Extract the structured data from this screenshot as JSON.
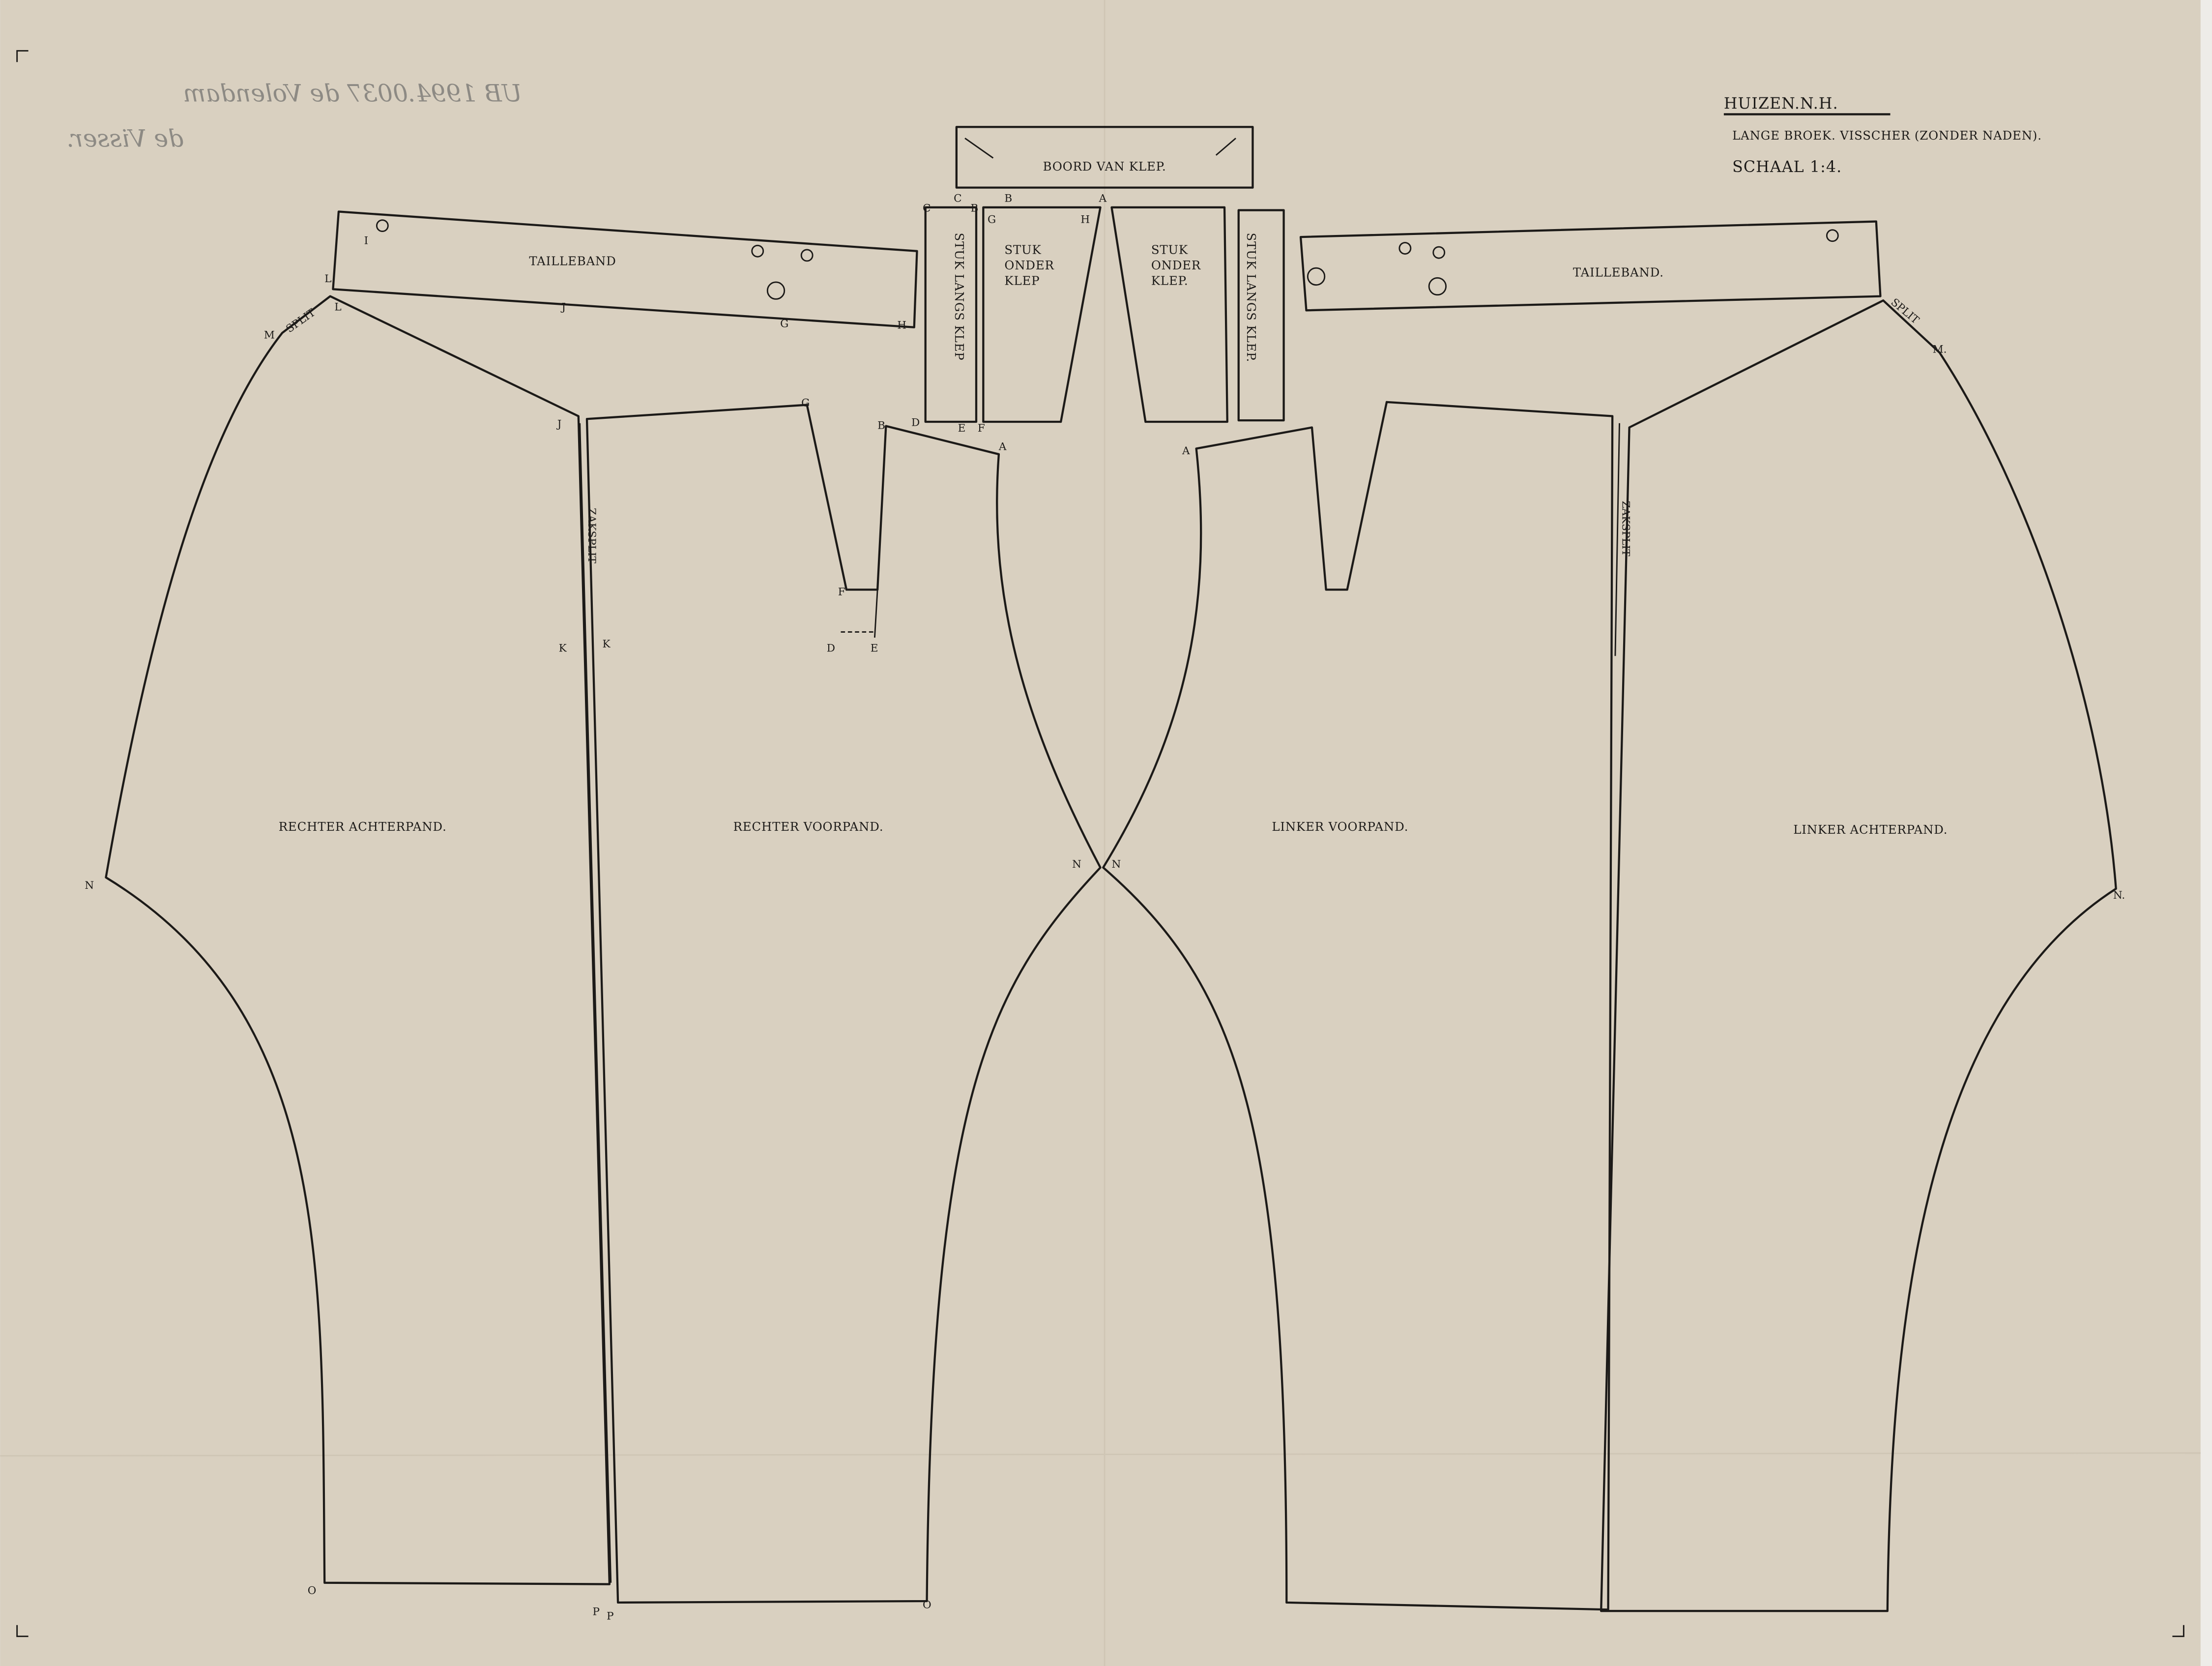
{
  "title_block": {
    "place": "HUIZEN.N.H.",
    "description": "LANGE BROEK. VISSCHER (ZONDER NADEN).",
    "scale": "SCHAAL 1:4."
  },
  "handwritten_pencil": {
    "line1": "UB 1994.0037 de Volendam",
    "line2": "de Visser."
  },
  "pieces": {
    "boord_van_klep": "BOORD VAN KLEP.",
    "stuk_langs_klep_left": "STUK LANGS KLEP",
    "stuk_langs_klep_right": "STUK LANGS KLEP.",
    "stuk_onder_klep_left": [
      "STUK",
      "ONDER",
      "KLEP"
    ],
    "stuk_onder_klep_right": [
      "STUK",
      "ONDER",
      "KLEP."
    ],
    "tailleband_left": "TAILLEBAND",
    "tailleband_right": "TAILLEBAND.",
    "rechter_achterpand": "RECHTER ACHTERPAND.",
    "rechter_voorpand": "RECHTER VOORPAND.",
    "linker_voorpand": "LINKER VOORPAND.",
    "linker_achterpand": "LINKER ACHTERPAND.",
    "zakspliet_left": "ZAKSPLIT",
    "zakspliet_right": "ZAKSPLIT",
    "split_left": "SPLIT",
    "split_right": "SPLIT"
  },
  "point_labels": {
    "A": "A",
    "B": "B",
    "C": "C",
    "D": "D",
    "E": "E",
    "F": "F",
    "G": "G",
    "H": "H",
    "I": "I",
    "J": "J",
    "K": "K",
    "L": "L",
    "M": "M",
    "M_dot": "M.",
    "N": "N",
    "N_dot": "N.",
    "O": "O",
    "P": "P"
  },
  "colors": {
    "paper": "#d9d0c0",
    "ink": "#1c1a18",
    "pencil": "#8d8a84"
  }
}
